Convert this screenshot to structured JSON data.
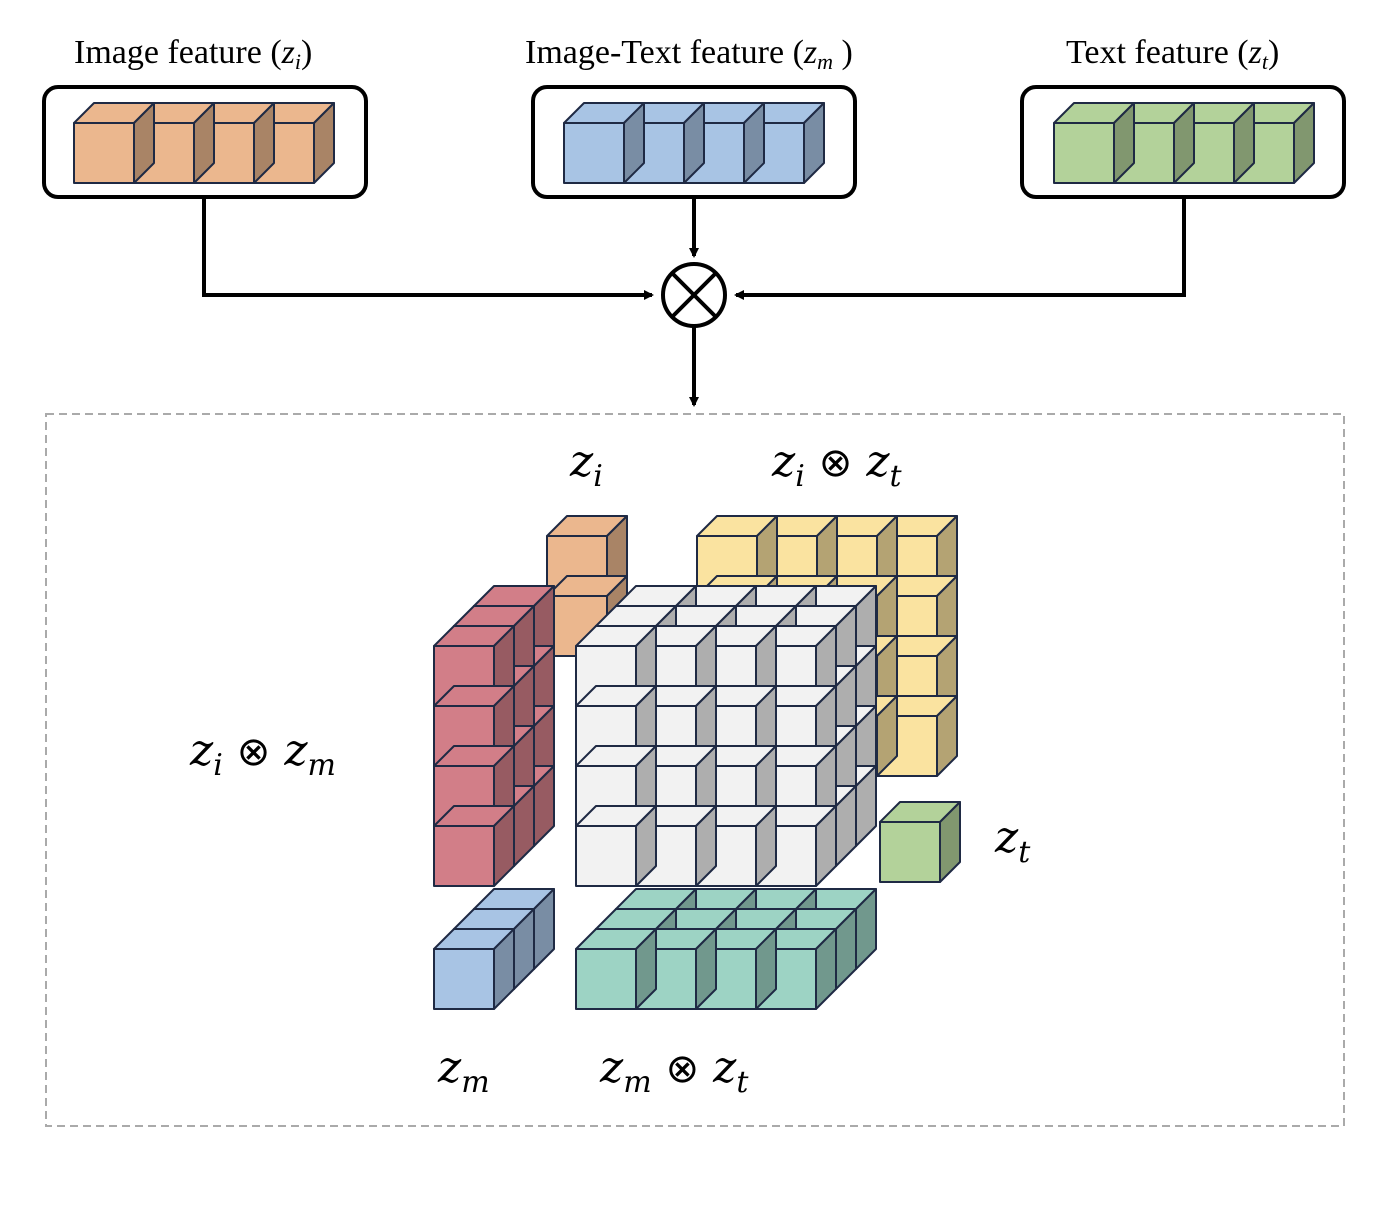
{
  "features": {
    "image": {
      "label": "Image feature (",
      "var": "z",
      "sub": "i",
      "close": ")",
      "color": "#EBB78E"
    },
    "image_text": {
      "label": "Image-Text feature (",
      "var": "z",
      "sub": "m",
      "close": " )",
      "color": "#A8C4E4"
    },
    "text": {
      "label": "Text feature (",
      "var": "z",
      "sub": "t",
      "close": ")",
      "color": "#B3D29A"
    }
  },
  "operator": {
    "symbol": "⊗",
    "name": "outer-product"
  },
  "tensor_labels": {
    "zi": {
      "var": "z",
      "sub": "i"
    },
    "zi_zt": {
      "var1": "z",
      "sub1": "i",
      "op": "⊗",
      "var2": "z",
      "sub2": "t"
    },
    "zi_zm": {
      "var1": "z",
      "sub1": "i",
      "op": "⊗",
      "var2": "z",
      "sub2": "m"
    },
    "zt": {
      "var": "z",
      "sub": "t"
    },
    "zm": {
      "var": "z",
      "sub": "m"
    },
    "zm_zt": {
      "var1": "z",
      "sub1": "m",
      "op": "⊗",
      "var2": "z",
      "sub2": "t"
    }
  },
  "colors": {
    "orange": "#EBB78E",
    "blue": "#A8C4E4",
    "green": "#B3D29A",
    "red": "#D27E88",
    "yellow": "#FAE3A0",
    "teal": "#9DD3C4",
    "white": "#F2F2F2",
    "outline": "#1F2A44"
  }
}
